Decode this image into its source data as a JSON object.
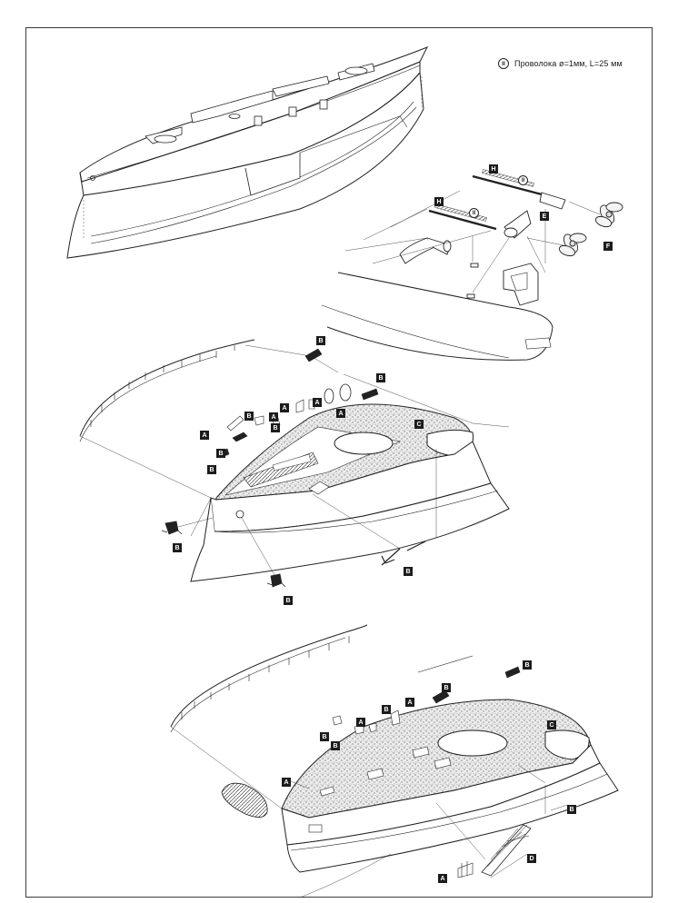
{
  "note": {
    "marker": "II",
    "text": "Проволока ø=1мм, L=25 мм"
  },
  "callouts": {
    "top": [
      {
        "id": "H",
        "shape": "box"
      },
      {
        "id": "II",
        "shape": "circle"
      },
      {
        "id": "H",
        "shape": "box"
      },
      {
        "id": "II",
        "shape": "circle"
      },
      {
        "id": "E",
        "shape": "box"
      },
      {
        "id": "F",
        "shape": "box"
      }
    ],
    "middle": [
      {
        "id": "B",
        "shape": "box"
      },
      {
        "id": "B",
        "shape": "box"
      },
      {
        "id": "A",
        "shape": "box"
      },
      {
        "id": "A",
        "shape": "box"
      },
      {
        "id": "A",
        "shape": "box"
      },
      {
        "id": "B",
        "shape": "box"
      },
      {
        "id": "C",
        "shape": "box"
      },
      {
        "id": "A",
        "shape": "box"
      },
      {
        "id": "B",
        "shape": "box"
      },
      {
        "id": "A",
        "shape": "box"
      },
      {
        "id": "B",
        "shape": "box"
      },
      {
        "id": "B",
        "shape": "box"
      },
      {
        "id": "B",
        "shape": "box"
      },
      {
        "id": "B",
        "shape": "box"
      },
      {
        "id": "B",
        "shape": "box"
      }
    ],
    "bottom": [
      {
        "id": "B",
        "shape": "box"
      },
      {
        "id": "B",
        "shape": "box"
      },
      {
        "id": "A",
        "shape": "box"
      },
      {
        "id": "B",
        "shape": "box"
      },
      {
        "id": "A",
        "shape": "box"
      },
      {
        "id": "B",
        "shape": "box"
      },
      {
        "id": "B",
        "shape": "box"
      },
      {
        "id": "C",
        "shape": "box"
      },
      {
        "id": "A",
        "shape": "box"
      },
      {
        "id": "B",
        "shape": "box"
      },
      {
        "id": "D",
        "shape": "box"
      },
      {
        "id": "A",
        "shape": "box"
      }
    ]
  }
}
